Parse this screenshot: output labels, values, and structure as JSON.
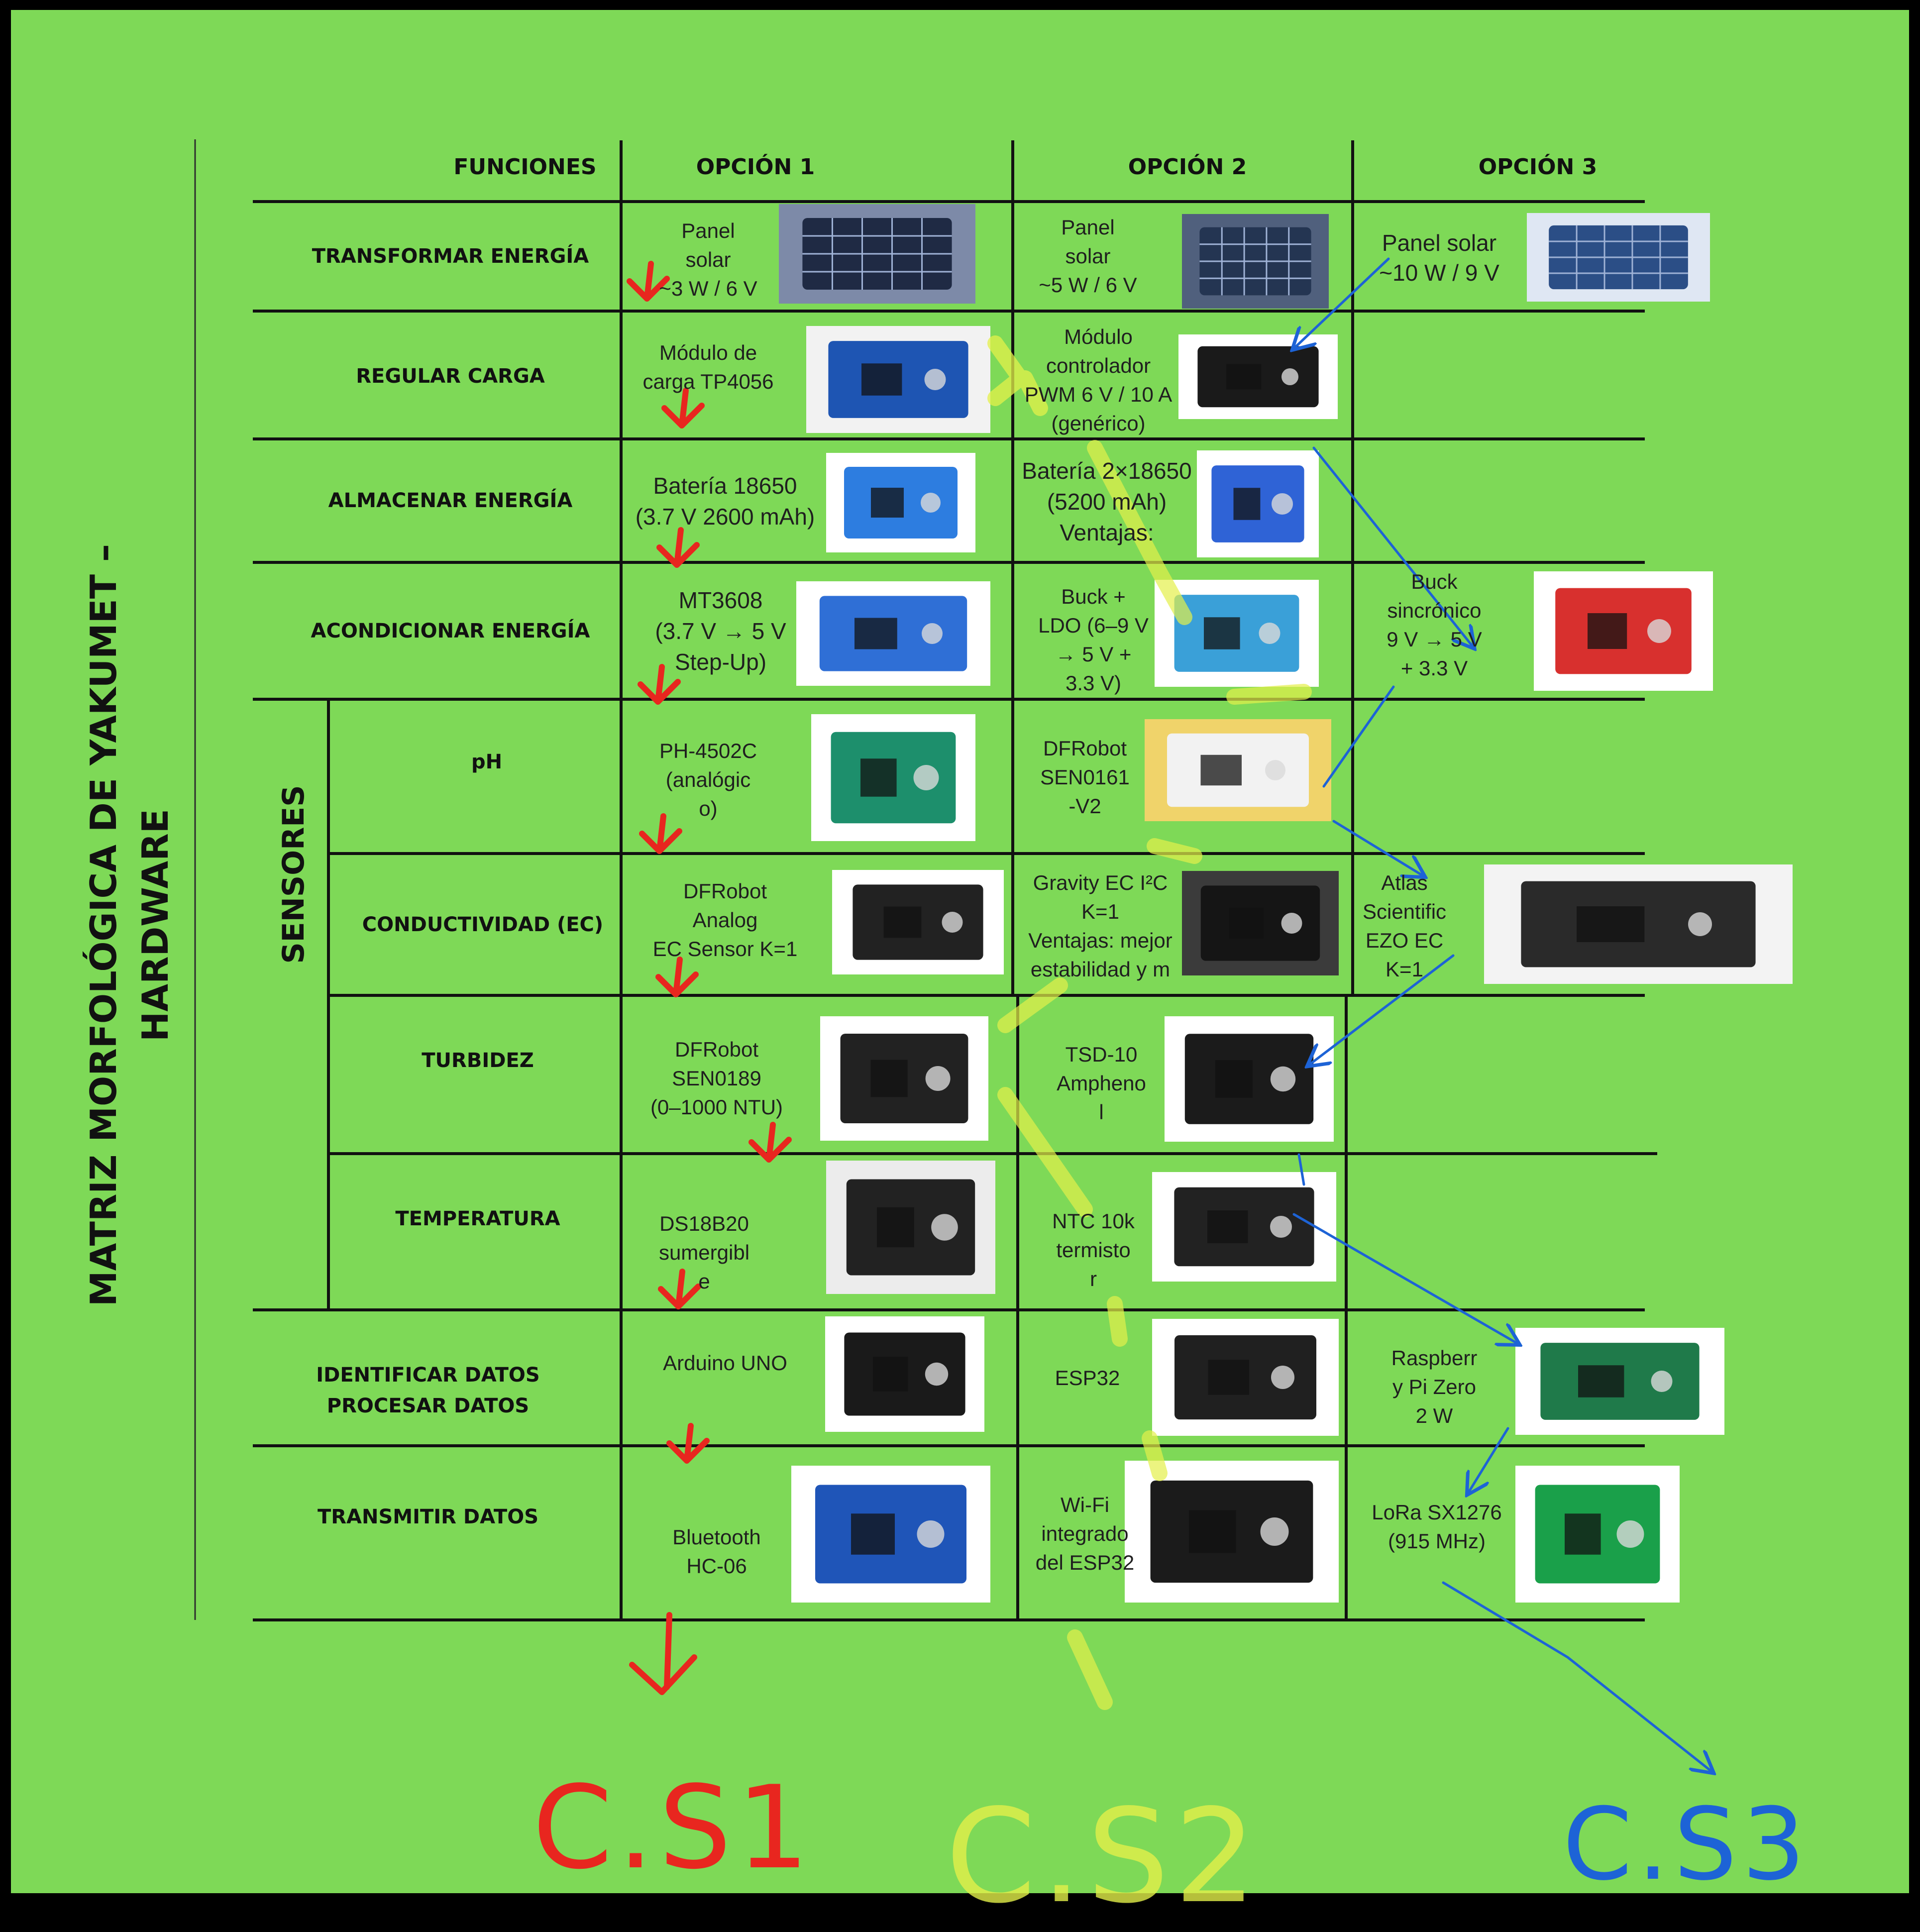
{
  "title": "MATRIZ MORFOLÓGICA DE YAKUMET – HARDWARE",
  "title_lines": [
    "MATRIZ MORFOLÓGICA DE YAKUMET –",
    "HARDWARE"
  ],
  "group_label": "SENSORES",
  "headers": {
    "functions": "FUNCIONES",
    "option1": "OPCIÓN 1",
    "option2": "OPCIÓN 2",
    "option3": "OPCIÓN 3"
  },
  "rows": [
    {
      "function": [
        "TRANSFORMAR ENERGÍA"
      ],
      "opt1": [
        "Panel",
        "solar",
        "~3 W / 6 V"
      ],
      "img1": "solar-panel-small",
      "opt2": [
        "Panel",
        "solar",
        "~5 W / 6 V"
      ],
      "img2": "solar-panel-medium",
      "opt3": [
        "Panel solar",
        "~10 W / 9 V"
      ],
      "img3": "solar-panel-large"
    },
    {
      "function": [
        "REGULAR CARGA"
      ],
      "opt1": [
        "Módulo de",
        "carga TP4056"
      ],
      "img1": "tp4056-module",
      "opt2": [
        "Módulo",
        "controlador",
        "PWM 6 V / 10 A",
        "(genérico)"
      ],
      "img2": "pwm-charge-controller",
      "opt3": [],
      "img3": ""
    },
    {
      "function": [
        "ALMACENAR ENERGÍA"
      ],
      "opt1": [
        "Batería 18650",
        "(3.7 V 2600 mAh)"
      ],
      "img1": "18650-battery",
      "opt2": [
        "Batería 2×18650",
        "(5200 mAh)",
        "Ventajas:"
      ],
      "img2": "battery-pack",
      "opt3": [],
      "img3": ""
    },
    {
      "function": [
        "ACONDICIONAR ENERGÍA"
      ],
      "opt1": [
        "MT3608",
        "(3.7 V → 5 V",
        "Step-Up)"
      ],
      "img1": "mt3608-module",
      "opt2": [
        "Buck +",
        "LDO (6–9 V",
        "→ 5 V +",
        "3.3 V)"
      ],
      "img2": "buck-ldo-modules",
      "opt3": [
        "Buck",
        "sincrónico",
        "9 V → 5 V",
        "+ 3.3 V"
      ],
      "img3": "buck-sync-board"
    },
    {
      "function": [
        "pH"
      ],
      "opt1": [
        "PH-4502C",
        "(analógic",
        "o)"
      ],
      "img1": "ph-4502c-board",
      "opt2": [
        "DFRobot",
        "SEN0161",
        "-V2"
      ],
      "img2": "ph-probe-kit",
      "opt3": [],
      "img3": ""
    },
    {
      "function": [
        "CONDUCTIVIDAD (EC)"
      ],
      "opt1": [
        "DFRobot",
        "Analog",
        "EC Sensor K=1"
      ],
      "img1": "ec-sensor-probe",
      "opt2": [
        "Gravity EC I²C",
        "K=1",
        "Ventajas: mejor",
        "estabilidad y m"
      ],
      "img2": "gravity-ec-kit",
      "opt3": [
        "Atlas",
        "Scientific",
        "EZO EC",
        "K=1"
      ],
      "img3": "ezo-ec-display"
    },
    {
      "function": [
        "TURBIDEZ"
      ],
      "opt1": [
        "DFRobot",
        "SEN0189",
        "(0–1000 NTU)"
      ],
      "img1": "turbidity-sensor",
      "opt2": [
        "TSD-10",
        "Ampheno",
        "l"
      ],
      "img2": "tsd10-sensor",
      "opt3": [],
      "img3": ""
    },
    {
      "function": [
        "TEMPERATURA"
      ],
      "opt1": [
        "DS18B20",
        "sumergibl",
        "e"
      ],
      "img1": "ds18b20-probe",
      "opt2": [
        "NTC 10k",
        "termisto",
        "r"
      ],
      "img2": "ntc-probe",
      "opt3": [],
      "img3": ""
    },
    {
      "function": [
        "IDENTIFICAR DATOS",
        "PROCESAR DATOS"
      ],
      "opt1": [
        "Arduino UNO"
      ],
      "img1": "arduino-uno",
      "opt2": [
        "ESP32"
      ],
      "img2": "esp32-boards",
      "opt3": [
        "Raspberr",
        "y Pi Zero",
        "2 W"
      ],
      "img3": "raspberry-pi-zero"
    },
    {
      "function": [
        "TRANSMITIR DATOS"
      ],
      "opt1": [
        "Bluetooth",
        "HC-06"
      ],
      "img1": "hc06-module",
      "opt2": [
        "Wi-Fi",
        "integrado",
        "del ESP32"
      ],
      "img2": "esp32-devkit",
      "opt3": [
        "LoRa SX1276",
        "(915 MHz)"
      ],
      "img3": "lora-sx1276"
    }
  ],
  "annotations": [
    {
      "label": "C.S1",
      "color": "#e8261f"
    },
    {
      "label": "C.S2",
      "color": "#e4f04a"
    },
    {
      "label": "C.S3",
      "color": "#1d63d6"
    }
  ],
  "colors": {
    "background": "#7ed957",
    "frame": "#000000",
    "lines": "#111111"
  }
}
